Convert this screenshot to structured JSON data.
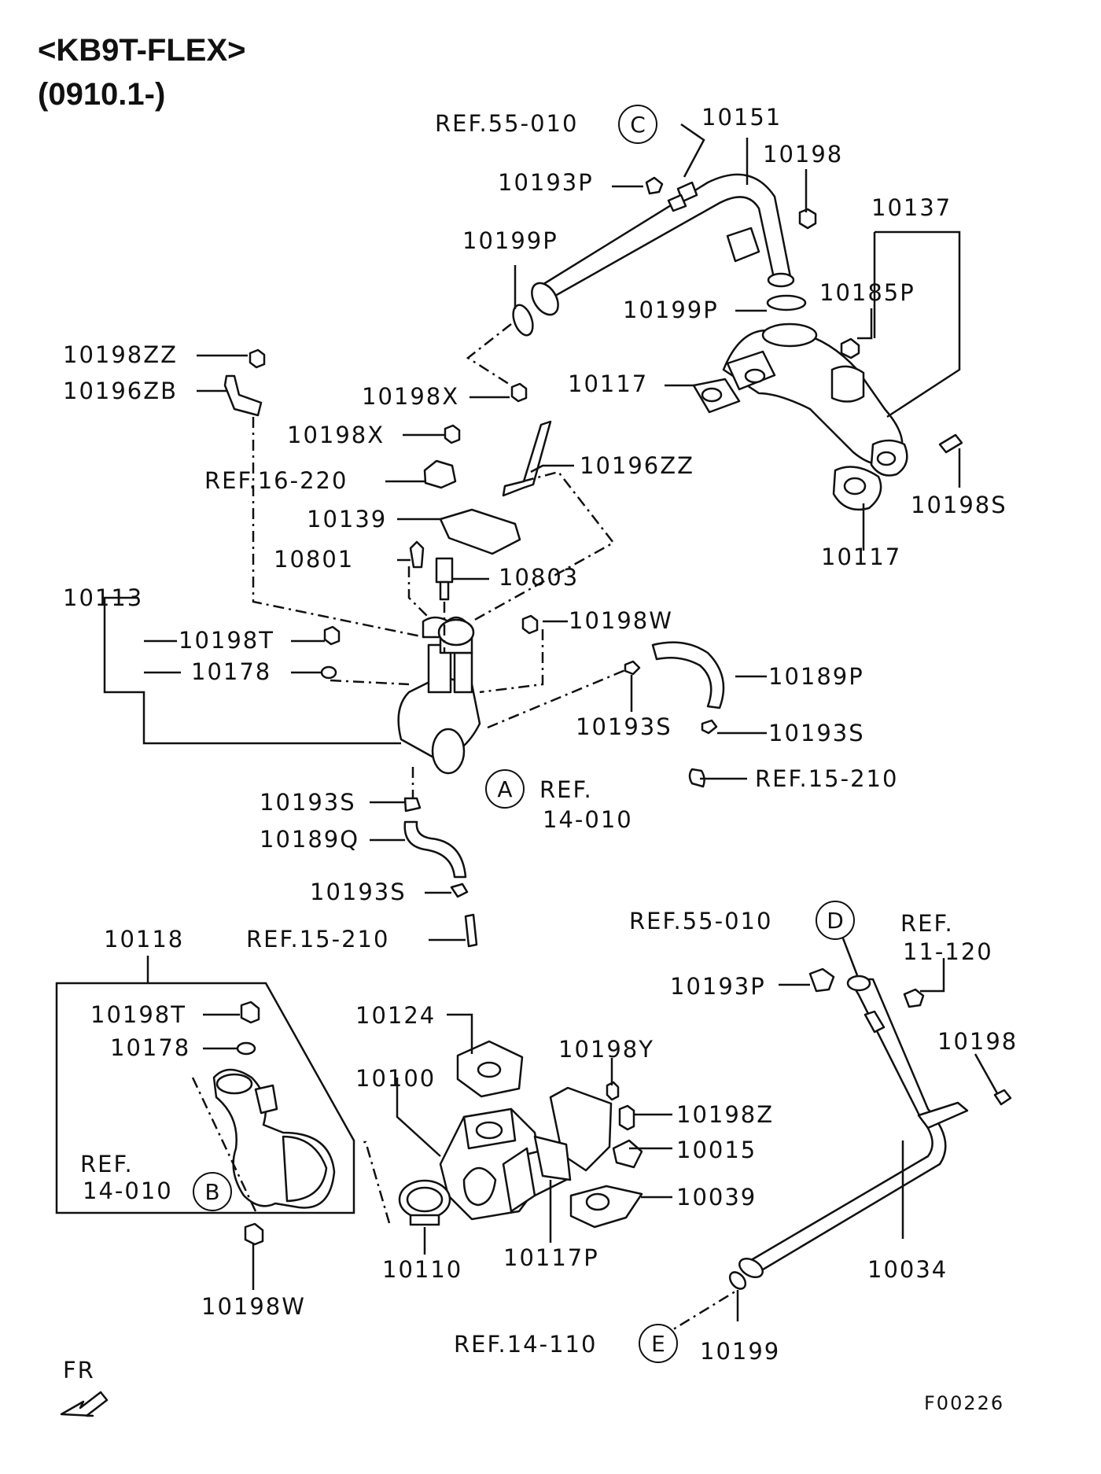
{
  "header": {
    "model": "<KB9T-FLEX>",
    "date_range": "(0910.1-)"
  },
  "figure_code": "F00226",
  "direction": "FR",
  "refs": {
    "c": {
      "label": "REF.55-010",
      "letter": "C"
    },
    "d": {
      "label": "REF.55-010",
      "letter": "D"
    },
    "a": {
      "line1": "REF.",
      "line2": "14-010",
      "letter": "A"
    },
    "b": {
      "line1": "REF.",
      "line2": "14-010",
      "letter": "B"
    },
    "e": {
      "label": "REF.14-110",
      "letter": "E"
    },
    "r16": "REF.16-220",
    "r15a": "REF.15-210",
    "r15b": "REF.15-210",
    "r11": {
      "line1": "REF.",
      "line2": "11-120"
    }
  },
  "parts": {
    "p10151": "10151",
    "p10198_top": "10198",
    "p10137": "10137",
    "p10193P_top": "10193P",
    "p10199P_a": "10199P",
    "p10199P_b": "10199P",
    "p10185P": "10185P",
    "p10117_a": "10117",
    "p10117_b": "10117",
    "p10198S": "10198S",
    "p10198ZZ": "10198ZZ",
    "p10196ZB": "10196ZB",
    "p10198X_a": "10198X",
    "p10198X_b": "10198X",
    "p10196ZZ": "10196ZZ",
    "p10139": "10139",
    "p10801": "10801",
    "p10803": "10803",
    "p10113": "10113",
    "p10198T_a": "10198T",
    "p10178_a": "10178",
    "p10198W_a": "10198W",
    "p10189P": "10189P",
    "p10193S_a": "10193S",
    "p10193S_b": "10193S",
    "p10193S_c": "10193S",
    "p10189Q": "10189Q",
    "p10193S_d": "10193S",
    "p10118": "10118",
    "p10198T_b": "10198T",
    "p10178_b": "10178",
    "p10124": "10124",
    "p10198Y": "10198Y",
    "p10198Z": "10198Z",
    "p10100": "10100",
    "p10015": "10015",
    "p10039": "10039",
    "p10117P": "10117P",
    "p10110": "10110",
    "p10198W_b": "10198W",
    "p10193P_b": "10193P",
    "p10198_b": "10198",
    "p10034": "10034",
    "p10199": "10199"
  }
}
